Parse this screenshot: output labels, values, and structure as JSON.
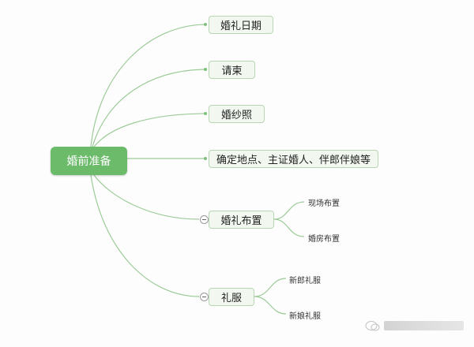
{
  "root": {
    "label": "婚前准备"
  },
  "children": [
    {
      "label": "婚礼日期"
    },
    {
      "label": "请柬"
    },
    {
      "label": "婚纱照"
    },
    {
      "label": "确定地点、主证婚人、伴郎伴娘等"
    },
    {
      "label": "婚礼布置",
      "children": [
        {
          "label": "现场布置"
        },
        {
          "label": "婚房布置"
        }
      ]
    },
    {
      "label": "礼服",
      "children": [
        {
          "label": "新郎礼服"
        },
        {
          "label": "新娘礼服"
        }
      ]
    }
  ],
  "colors": {
    "root": "#6bbb6b",
    "line": "#9ccb98",
    "node_border": "#b9d6b4"
  }
}
